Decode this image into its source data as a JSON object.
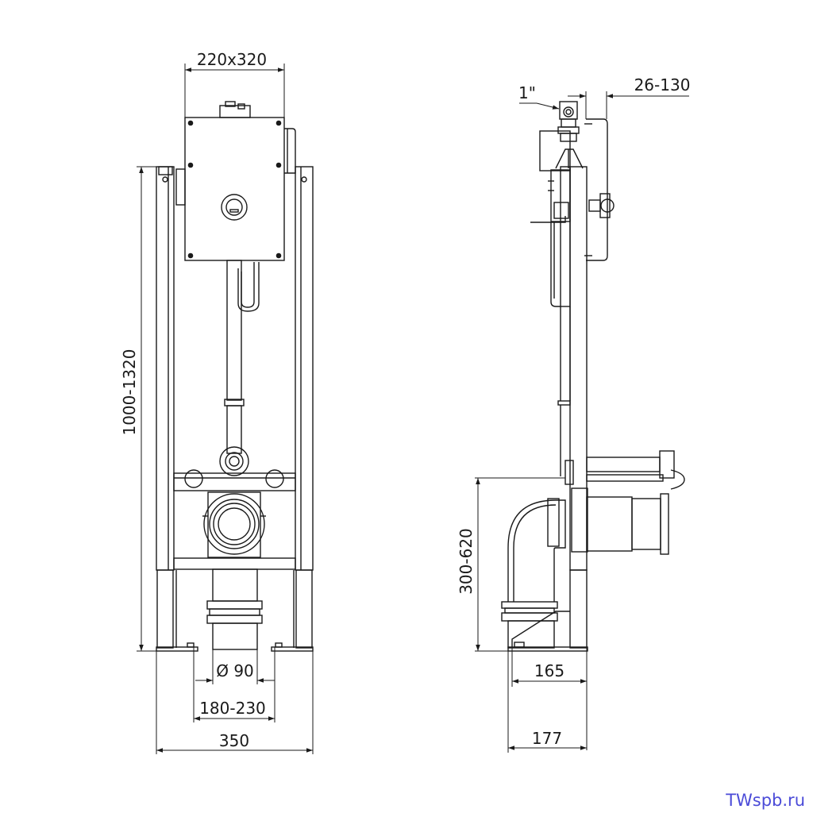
{
  "front_view": {
    "dims": {
      "tank_size": "220x320",
      "height_range": "1000-1320",
      "pipe_diameter": "Ø 90",
      "bolt_spacing": "180-230",
      "frame_width": "350"
    }
  },
  "side_view": {
    "dims": {
      "inlet_size": "1\"",
      "wall_offset": "26-130",
      "outlet_height": "300-620",
      "depth_165": "165",
      "depth_177": "177"
    }
  },
  "watermark": "TWspb.ru",
  "colors": {
    "line": "#1a1a1a",
    "watermark": "#4b4bd8",
    "background": "#ffffff"
  }
}
